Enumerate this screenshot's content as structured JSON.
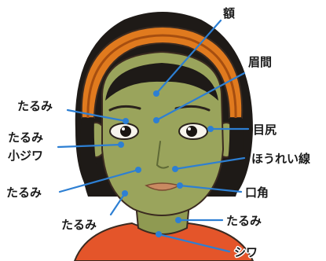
{
  "colors": {
    "accent_line": "#2d7fd3",
    "skin": "#9aa45c",
    "hair": "#1e1a17",
    "headband": "#e07a1e",
    "shirt": "#e4552a",
    "lips": "#c98a62"
  },
  "labels": {
    "forehead": "額",
    "glabella": "眉間",
    "sagging_upper_eye": "たるみ",
    "outer_eye_corner": "目尻",
    "sagging_under_eye": "たるみ",
    "fine_wrinkles": "小ジワ",
    "nasolabial_folds": "ほうれい線",
    "sagging_cheek": "たるみ",
    "mouth_corner": "口角",
    "sagging_jaw": "たるみ",
    "sagging_chin": "たるみ",
    "neck_wrinkles": "シワ"
  }
}
